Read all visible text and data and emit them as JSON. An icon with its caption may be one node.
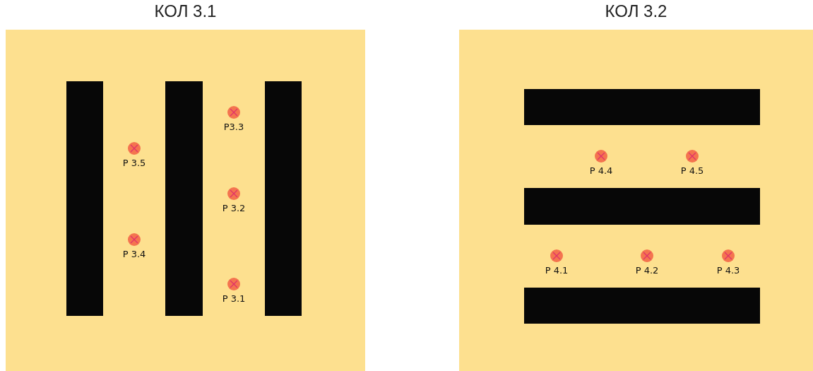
{
  "diagram": {
    "nodes": [
      {
        "text": [
          "КОЛ 3.1"
        ]
      },
      {
        "text": [],
        "shape": "bar",
        "in": 0
      },
      {
        "text": [],
        "shape": "bar",
        "in": 0
      },
      {
        "text": [],
        "shape": "bar",
        "in": 0
      },
      {
        "text": [
          "Р3.3"
        ],
        "in": 0
      },
      {
        "text": [
          "Р 3.5"
        ],
        "in": 0
      },
      {
        "text": [
          "Р 3.2"
        ],
        "in": 0
      },
      {
        "text": [
          "Р 3.4"
        ],
        "in": 0
      },
      {
        "text": [
          "Р 3.1"
        ],
        "in": 0
      },
      {
        "text": [
          "КОЛ 3.2"
        ]
      },
      {
        "text": [],
        "shape": "bar",
        "in": 9
      },
      {
        "text": [
          "Р 4.4"
        ],
        "in": 9
      },
      {
        "text": [
          "Р 4.5"
        ],
        "in": 9
      },
      {
        "text": [],
        "shape": "bar",
        "in": 9
      },
      {
        "text": [
          "Р 4.1"
        ],
        "in": 9
      },
      {
        "text": [
          "Р 4.2"
        ],
        "in": 9
      },
      {
        "text": [
          "Р 4.3"
        ],
        "in": 9
      },
      {
        "text": [],
        "shape": "bar",
        "in": 9
      }
    ],
    "edges": []
  }
}
